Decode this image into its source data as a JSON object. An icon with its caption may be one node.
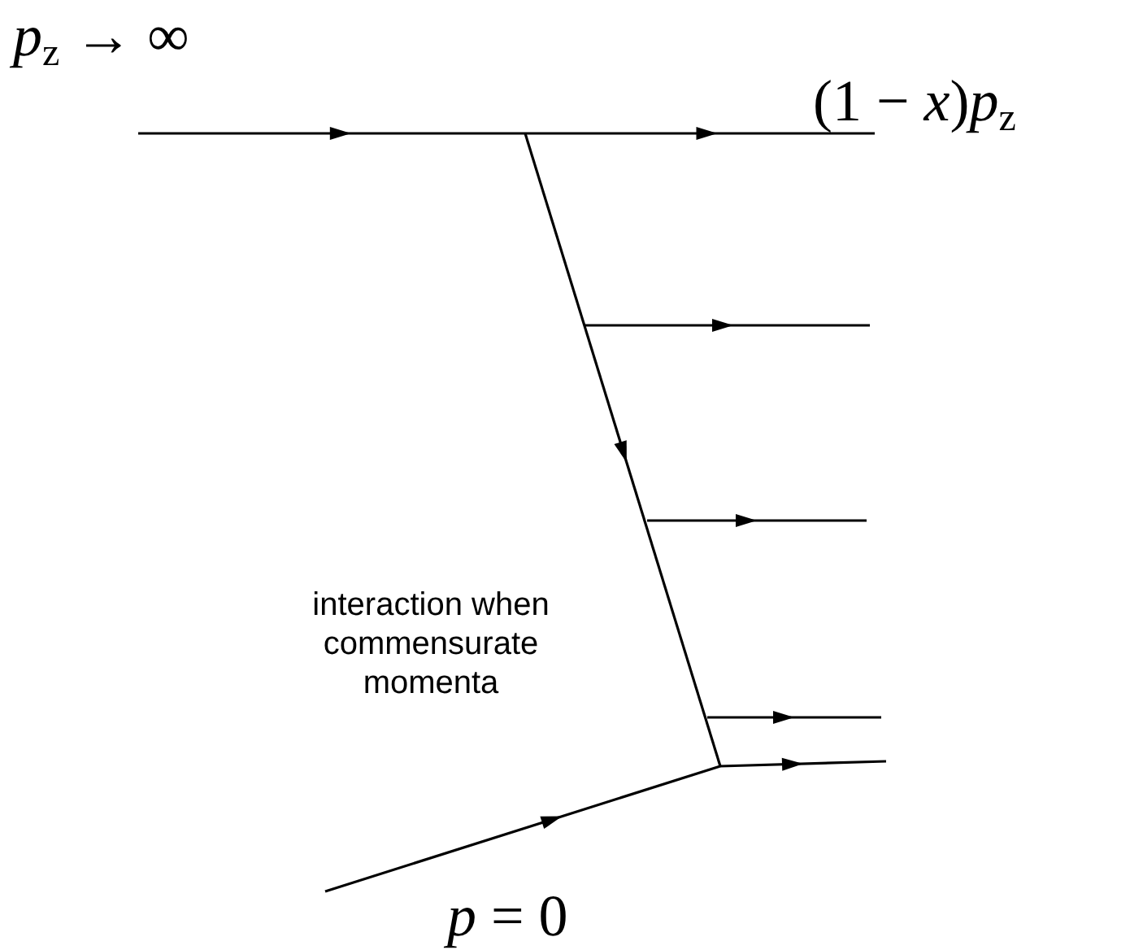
{
  "diagram": {
    "labels": [
      "*p*$_{z}$ → ∞",
      "(1 − *x*)*p*$_{z}$",
      "interaction when commensurate momenta",
      "*p* = 0"
    ]
  }
}
